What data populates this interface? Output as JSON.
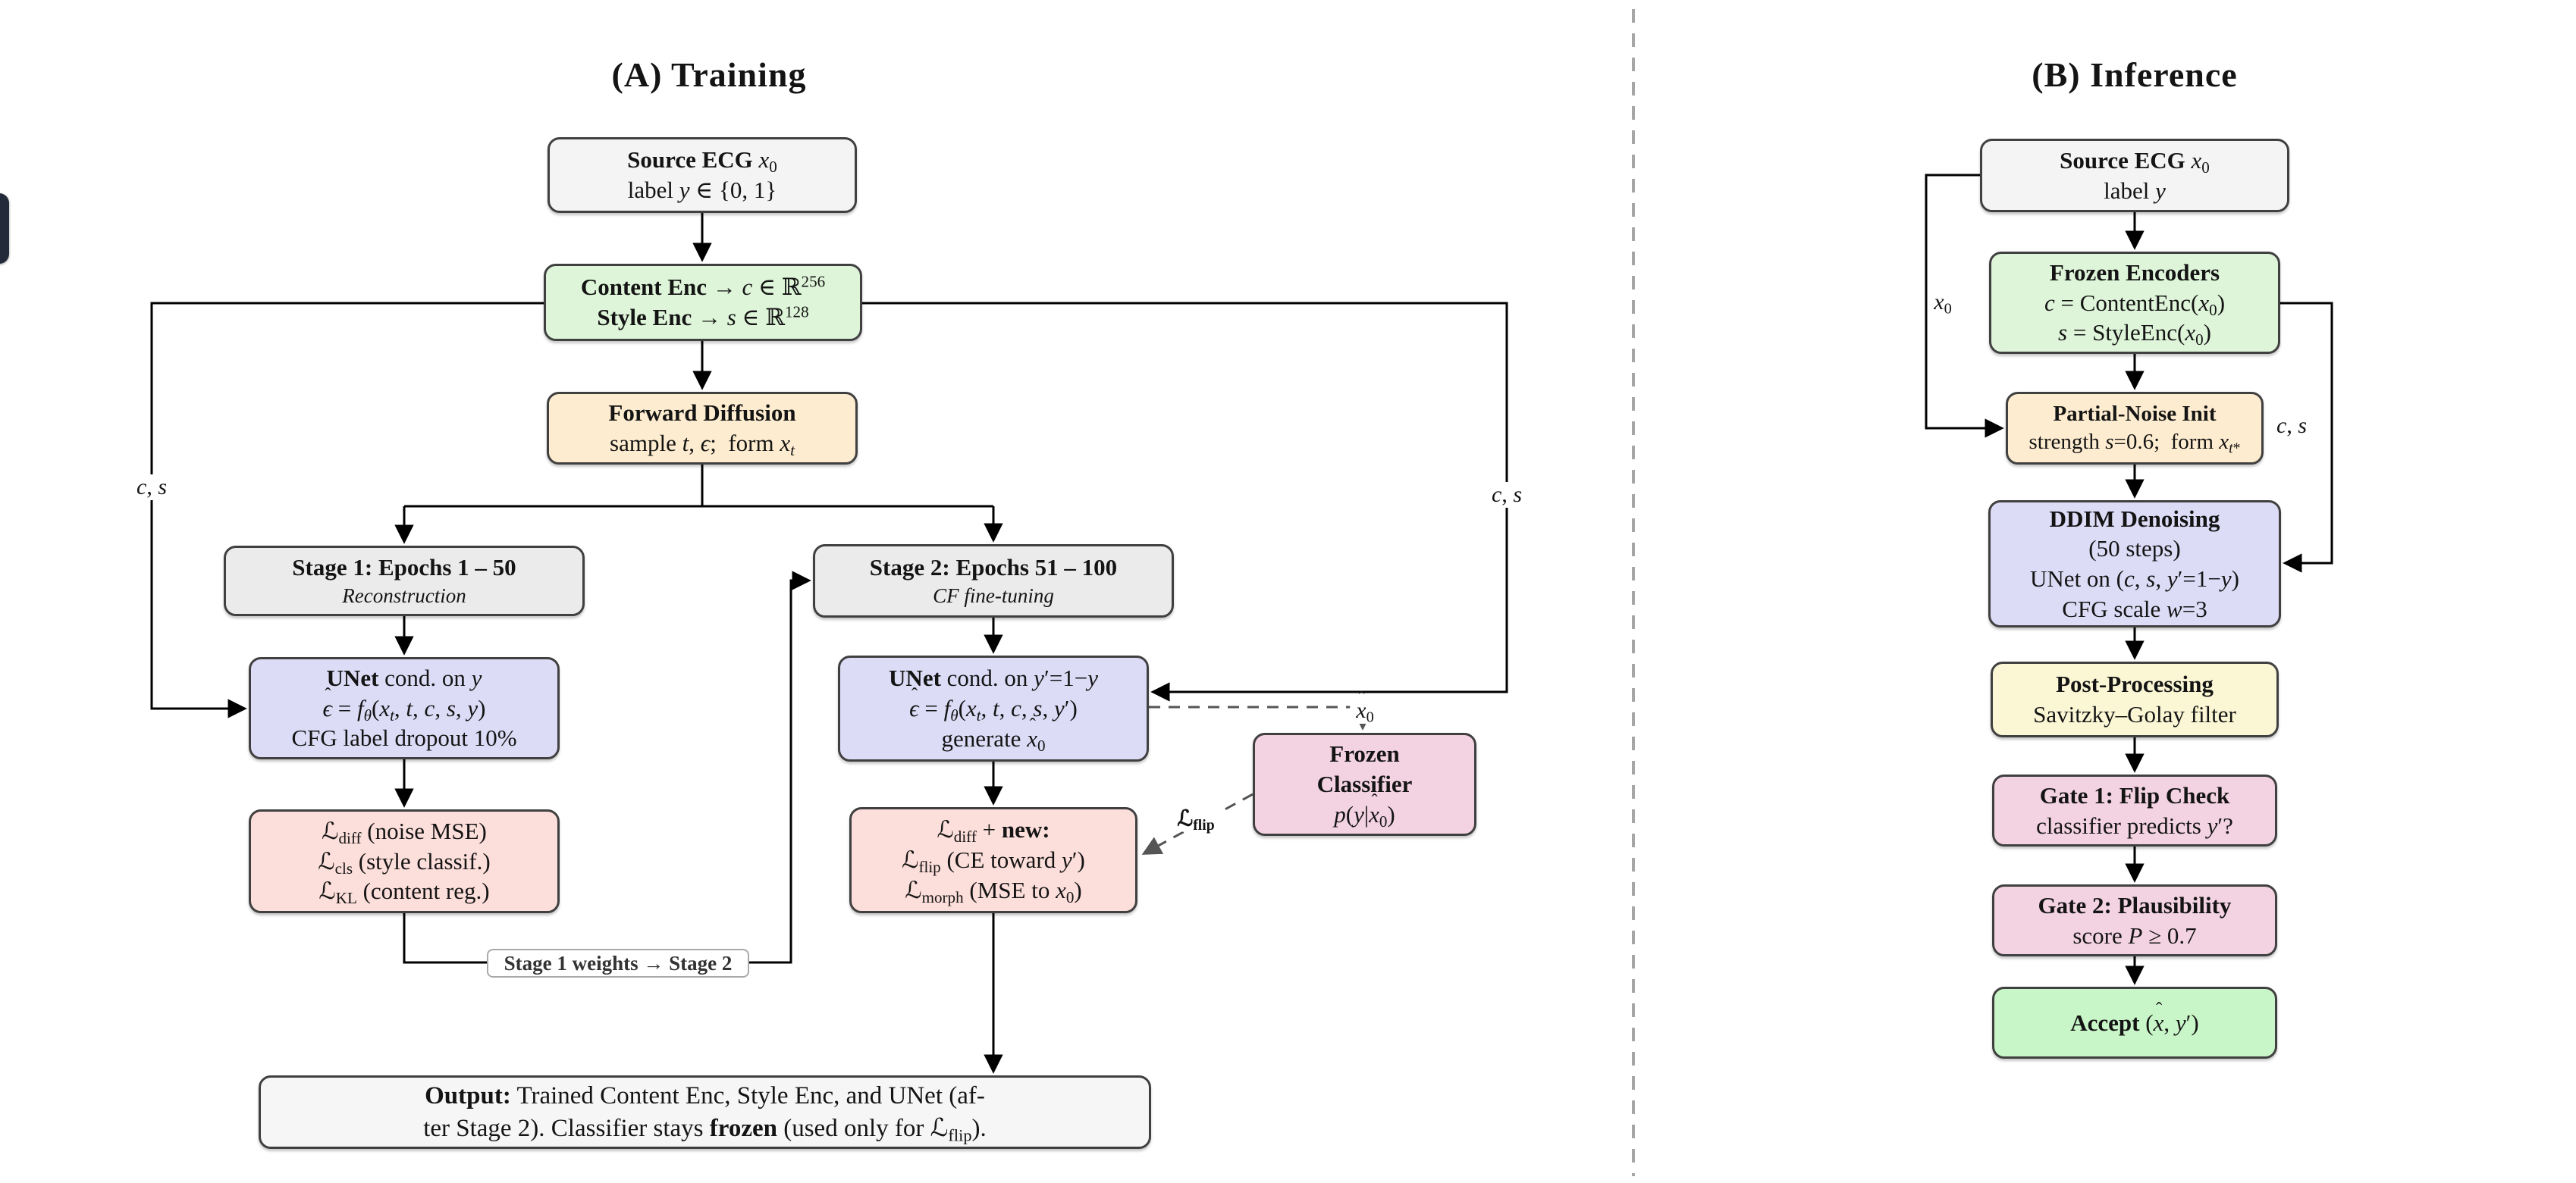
{
  "training": {
    "title": "(A) Training",
    "boxes": {
      "source": {
        "lines": [
          "<b>Source ECG</b> <i>x</i><sub>0</sub>",
          "label <i>y</i> ∈ {0, 1}"
        ]
      },
      "encoders": {
        "lines": [
          "<b>Content Enc</b> → <i>c</i> ∈ ℝ<sup>256</sup>",
          "<b>Style Enc</b> → <i>s</i> ∈ ℝ<sup>128</sup>"
        ]
      },
      "forward_diffusion": {
        "lines": [
          "<b>Forward Diffusion</b>",
          "sample <i>t</i>, <i>ϵ</i>;&nbsp; form <i>x</i><sub><i>t</i></sub>"
        ]
      },
      "stage1": {
        "title": "<b>Stage 1: Epochs 1 – 50</b>",
        "subtitle": "Reconstruction"
      },
      "stage2": {
        "title": "<b>Stage 2: Epochs 51 – 100</b>",
        "subtitle": "CF fine-tuning"
      },
      "unet_y": {
        "lines": [
          "<b>UNet</b> cond. on <i>y</i>",
          "<span class='hat'>ϵ</span> = <i>f</i><sub><i>θ</i></sub>(<i>x</i><sub><i>t</i></sub>, <i>t</i>, <i>c</i>, <i>s</i>, <i>y</i>)",
          "CFG label dropout 10%"
        ]
      },
      "unet_flip": {
        "lines": [
          "<b>UNet</b> cond. on <i>y</i>′=1−<i>y</i>",
          "<span class='hat'>ϵ</span> = <i>f</i><sub><i>θ</i></sub>(<i>x</i><sub><i>t</i></sub>, <i>t</i>, <i>c</i>, <i>s</i>, <i>y</i>′)",
          "generate <span class='hat'>x</span><sub>0</sub>"
        ]
      },
      "loss_stage1": {
        "lines": [
          "ℒ<sub>diff</sub> (noise MSE)",
          "ℒ<sub>cls</sub> (style classif.)",
          "ℒ<sub>KL</sub> (content reg.)"
        ]
      },
      "loss_stage2": {
        "lines": [
          "ℒ<sub>diff</sub> + <b>new:</b>",
          "ℒ<sub>flip</sub> (CE toward <i>y</i>′)",
          "ℒ<sub>morph</sub> (MSE to <i>x</i><sub>0</sub>)"
        ]
      },
      "frozen_classifier": {
        "lines": [
          "<b>Frozen</b>",
          "<b>Classifier</b>",
          "<i>p</i>(<i>y</i>|<span class='hat'>x</span><sub>0</sub>)"
        ]
      },
      "stage_weights_note": {
        "label": "<b>Stage 1 weights → Stage 2</b>"
      },
      "output": {
        "lines": [
          "<b>Output:</b> Trained Content Enc, Style Enc, and UNet (af-",
          "ter Stage 2). Classifier stays <b>frozen</b> (used only for ℒ<sub>flip</sub>)."
        ]
      }
    },
    "edge_labels": {
      "cs_left": "<i>c</i>, <i>s</i>",
      "cs_right": "<i>c</i>, <i>s</i>",
      "xhat0": "<span class='hat'>x</span><sub>0</sub>",
      "lflip": "<b>ℒ<sub>flip</sub></b>"
    }
  },
  "inference": {
    "title": "(B) Inference",
    "boxes": {
      "source": {
        "lines": [
          "<b>Source ECG</b> <i>x</i><sub>0</sub>",
          "label <i>y</i>"
        ]
      },
      "frozen_encoders": {
        "lines": [
          "<b>Frozen Encoders</b>",
          "<i>c</i> = ContentEnc(<i>x</i><sub>0</sub>)",
          "<i>s</i> = StyleEnc(<i>x</i><sub>0</sub>)"
        ]
      },
      "partial_noise": {
        "lines": [
          "<b>Partial-Noise Init</b>",
          "strength <i>s</i>=0.6;&nbsp; form <i>x</i><sub><i>t</i>*</sub>"
        ]
      },
      "ddim": {
        "lines": [
          "<b>DDIM Denoising</b>",
          "(50 steps)",
          "UNet on (<i>c</i>, <i>s</i>, <i>y</i>′=1−<i>y</i>)",
          "CFG scale <i>w</i>=3"
        ]
      },
      "post_processing": {
        "lines": [
          "<b>Post-Processing</b>",
          "Savitzky–Golay filter"
        ]
      },
      "gate1": {
        "lines": [
          "<b>Gate 1: Flip Check</b>",
          "classifier predicts <i>y</i>′?"
        ]
      },
      "gate2": {
        "lines": [
          "<b>Gate 2: Plausibility</b>",
          "score <i>P</i> ≥ 0.7"
        ]
      },
      "accept": {
        "lines": [
          "<b>Accept</b> (<span class='hat'>x</span>, <i>y</i>′)"
        ]
      }
    },
    "edge_labels": {
      "x0": "<i>x</i><sub>0</sub>",
      "cs": "<i>c</i>, <i>s</i>"
    }
  },
  "colors": {
    "box_border": "#404040",
    "gray_light": "#f4f4f4",
    "gray_stage": "#ebebeb",
    "green": "#def5d9",
    "green_bright": "#c9f6c9",
    "peach": "#fdeccf",
    "lavender": "#dddcf7",
    "pink_loss": "#fcdeda",
    "mauve": "#f3d3e1",
    "yellow": "#fbf7d5",
    "off_white": "#f6f6f6",
    "divider": "#a6a6a6",
    "edge_dashed": "#555555",
    "pill": "#232a39"
  }
}
